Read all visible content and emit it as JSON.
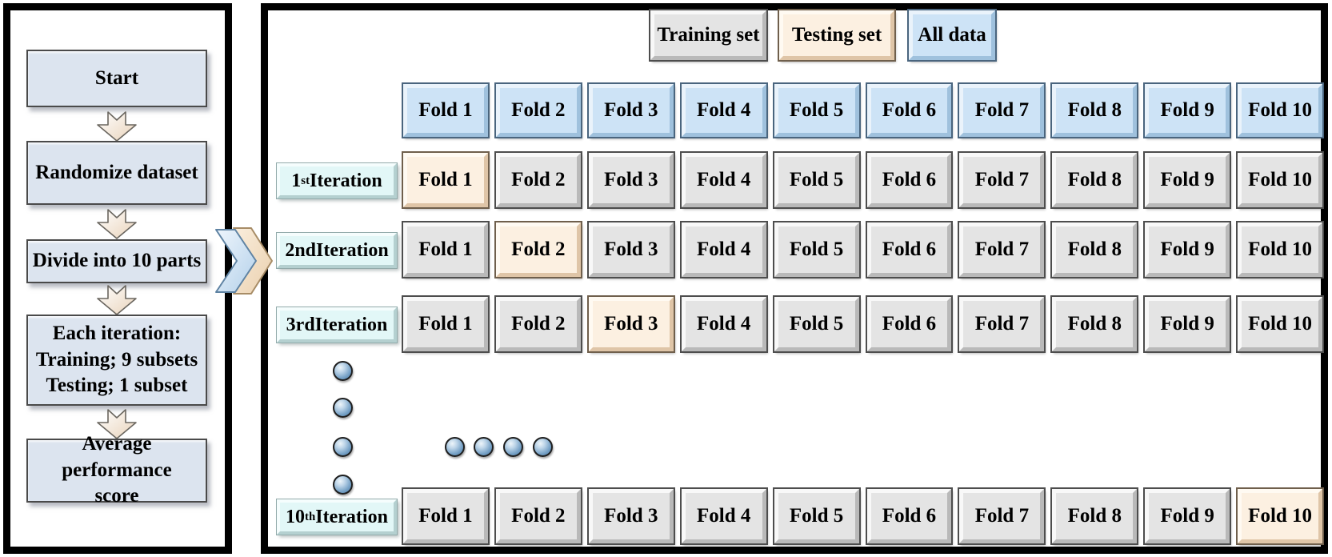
{
  "palette": {
    "panel_border": "#000000",
    "flow_box_fill": "#dce4ef",
    "training_fill": "#e4e4e4",
    "testing_fill": "#fcf0e1",
    "all_data_fill": "#cde3f6",
    "iteration_label_fill": "#e2f7f7",
    "arrow_fill": "#eed9c0",
    "chevron_blue": "#c7ddf1",
    "chevron_peach": "#f6e2c8",
    "dot_fill": "#6f9cc4",
    "text_color": "#000000"
  },
  "flowchart": {
    "steps": [
      {
        "text": "Start"
      },
      {
        "text": "Randomize dataset"
      },
      {
        "text": "Divide into 10 parts"
      },
      {
        "text": "Each iteration:\nTraining; 9 subsets\nTesting; 1 subset"
      },
      {
        "text": "Average performance\nscore"
      }
    ]
  },
  "legend": {
    "training": {
      "label": "Training set",
      "type": "train"
    },
    "testing": {
      "label": "Testing set",
      "type": "test"
    },
    "all_data": {
      "label": "All data",
      "type": "all"
    }
  },
  "grid": {
    "header": {
      "cells": [
        {
          "label": "Fold 1",
          "type": "all"
        },
        {
          "label": "Fold 2",
          "type": "all"
        },
        {
          "label": "Fold 3",
          "type": "all"
        },
        {
          "label": "Fold 4",
          "type": "all"
        },
        {
          "label": "Fold 5",
          "type": "all"
        },
        {
          "label": "Fold 6",
          "type": "all"
        },
        {
          "label": "Fold 7",
          "type": "all"
        },
        {
          "label": "Fold 8",
          "type": "all"
        },
        {
          "label": "Fold 9",
          "type": "all"
        },
        {
          "label": "Fold 10",
          "type": "all"
        }
      ]
    },
    "rows": [
      {
        "label": {
          "num": "1",
          "sup": "st",
          "rest": " Iteration"
        },
        "cells": [
          {
            "label": "Fold 1",
            "type": "test"
          },
          {
            "label": "Fold 2",
            "type": "train"
          },
          {
            "label": "Fold 3",
            "type": "train"
          },
          {
            "label": "Fold 4",
            "type": "train"
          },
          {
            "label": "Fold 5",
            "type": "train"
          },
          {
            "label": "Fold 6",
            "type": "train"
          },
          {
            "label": "Fold 7",
            "type": "train"
          },
          {
            "label": "Fold 8",
            "type": "train"
          },
          {
            "label": "Fold 9",
            "type": "train"
          },
          {
            "label": "Fold 10",
            "type": "train"
          }
        ]
      },
      {
        "label": {
          "num": "2nd",
          "sup": "",
          "rest": " Iteration"
        },
        "cells": [
          {
            "label": "Fold 1",
            "type": "train"
          },
          {
            "label": "Fold 2",
            "type": "test"
          },
          {
            "label": "Fold 3",
            "type": "train"
          },
          {
            "label": "Fold 4",
            "type": "train"
          },
          {
            "label": "Fold 5",
            "type": "train"
          },
          {
            "label": "Fold 6",
            "type": "train"
          },
          {
            "label": "Fold 7",
            "type": "train"
          },
          {
            "label": "Fold 8",
            "type": "train"
          },
          {
            "label": "Fold 9",
            "type": "train"
          },
          {
            "label": "Fold 10",
            "type": "train"
          }
        ]
      },
      {
        "label": {
          "num": "3rd",
          "sup": "",
          "rest": " Iteration"
        },
        "cells": [
          {
            "label": "Fold 1",
            "type": "train"
          },
          {
            "label": "Fold 2",
            "type": "train"
          },
          {
            "label": "Fold 3",
            "type": "test"
          },
          {
            "label": "Fold 4",
            "type": "train"
          },
          {
            "label": "Fold 5",
            "type": "train"
          },
          {
            "label": "Fold 6",
            "type": "train"
          },
          {
            "label": "Fold 7",
            "type": "train"
          },
          {
            "label": "Fold 8",
            "type": "train"
          },
          {
            "label": "Fold 9",
            "type": "train"
          },
          {
            "label": "Fold 10",
            "type": "train"
          }
        ]
      },
      {
        "label": {
          "num": "10",
          "sup": "th",
          "rest": " Iteration"
        },
        "cells": [
          {
            "label": "Fold 1",
            "type": "train"
          },
          {
            "label": "Fold 2",
            "type": "train"
          },
          {
            "label": "Fold 3",
            "type": "train"
          },
          {
            "label": "Fold 4",
            "type": "train"
          },
          {
            "label": "Fold 5",
            "type": "train"
          },
          {
            "label": "Fold 6",
            "type": "train"
          },
          {
            "label": "Fold 7",
            "type": "train"
          },
          {
            "label": "Fold 8",
            "type": "train"
          },
          {
            "label": "Fold 9",
            "type": "train"
          },
          {
            "label": "Fold 10",
            "type": "test"
          }
        ]
      }
    ]
  }
}
